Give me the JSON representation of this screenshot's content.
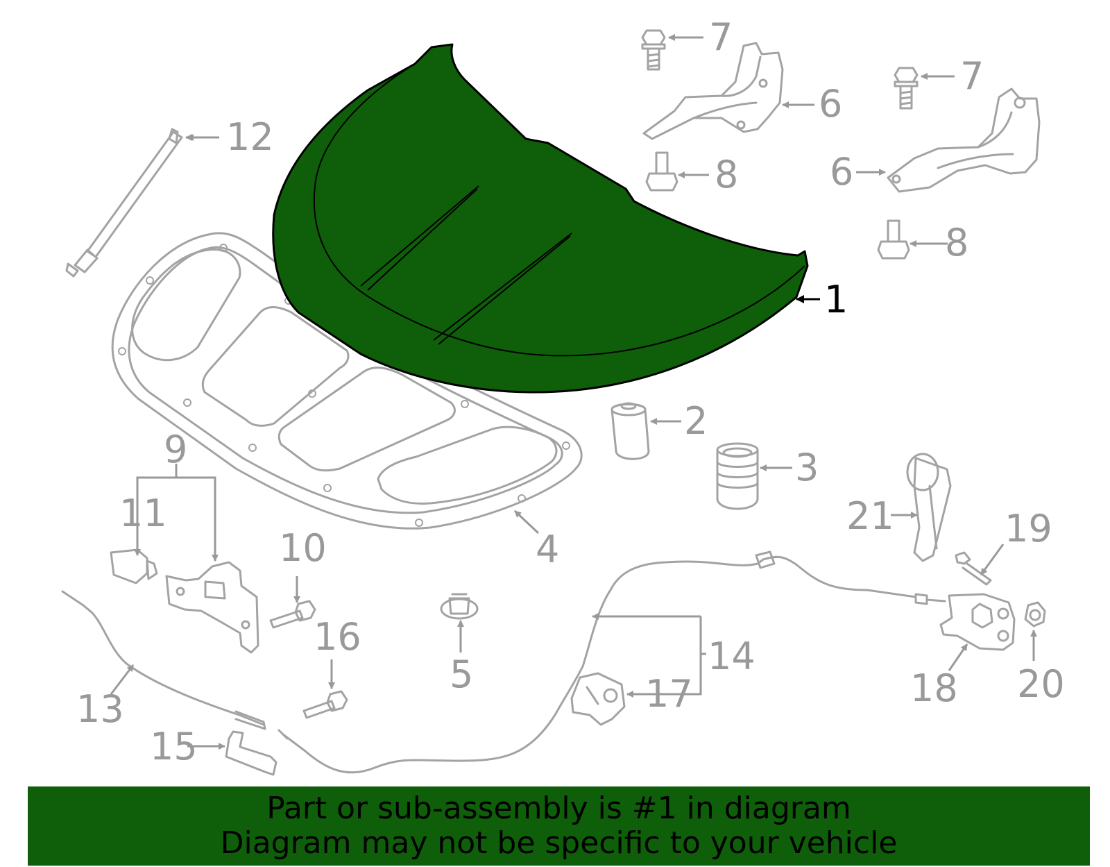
{
  "colors": {
    "highlight": "#0f5f0a",
    "parts": "#a3a3a3",
    "labels": "#999999",
    "active_label": "#000000",
    "banner": "#0f5f0a"
  },
  "callouts": {
    "c1": "1",
    "c2": "2",
    "c3": "3",
    "c4": "4",
    "c5": "5",
    "c6a": "6",
    "c6b": "6",
    "c7a": "7",
    "c7b": "7",
    "c8a": "8",
    "c8b": "8",
    "c9": "9",
    "c10": "10",
    "c11": "11",
    "c12": "12",
    "c13": "13",
    "c14": "14",
    "c15": "15",
    "c16": "16",
    "c17": "17",
    "c18": "18",
    "c19": "19",
    "c20": "20",
    "c21": "21"
  },
  "banner": {
    "line1": "Part or sub-assembly is #1 in diagram",
    "line2": "Diagram may not be specific to your vehicle"
  }
}
